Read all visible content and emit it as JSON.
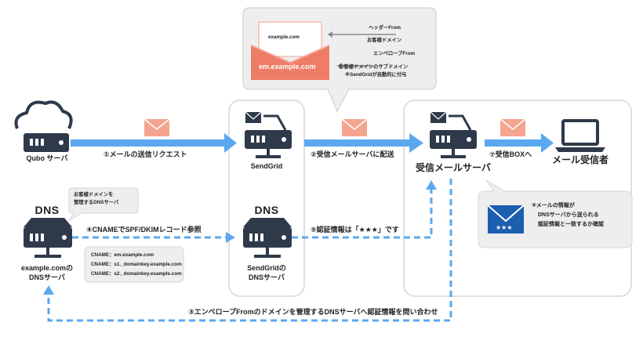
{
  "bubble_top": {
    "inner_domain": "example.com",
    "outer_domain": "em.example.com",
    "header_from_label": "ヘッダーFrom",
    "header_from_desc": "お客様ドメイン",
    "envelope_from_label": "エンベロープFrom",
    "envelope_from_desc": "お客様ドメインのサブドメイン",
    "envelope_from_note": "※SendGridが自動的に付与"
  },
  "nodes": {
    "qubo": "Qubo サーバ",
    "sendgrid": "SendGrid",
    "receiving_server": "受信メールサーバ",
    "mail_client": "メール受信者",
    "dns_label": "DNS",
    "customer_dns_line1": "example.comの",
    "customer_dns_line2": "DNSサーバ",
    "sendgrid_dns_line1": "SendGridの",
    "sendgrid_dns_line2": "DNSサーバ"
  },
  "steps": {
    "step1": "①メールの送信リクエスト",
    "step2": "②受信メールサーバに配送",
    "step3": "③エンベロープFromのドメインを管理するDNSサーバへ認証情報を問い合わせ",
    "step4": "④CNAMEでSPF/DKIMレコード参照",
    "step5": "⑤認証情報は「★★★」です",
    "step6_line1": "⑥メールの情報が",
    "step6_line2": "DNSサーバから送られる",
    "step6_line3": "認証情報と一致するか確認",
    "step7": "⑦受信BOXへ"
  },
  "small_bubble": {
    "line1": "お客様ドメインを",
    "line2": "管理するDNSサーバ"
  },
  "cname_box": {
    "line1": "CNAME：em.example.com",
    "line2": "CNAME：s1._domainkey.example.com",
    "line3": "CNAME：s2._domainkey.example.com"
  },
  "verified_mark": "★★★",
  "colors": {
    "arrow_blue": "#5ba8ef",
    "envelope_pink": "#f4a48f",
    "envelope_dark": "#ee7c66",
    "server_dark": "#2e3a4a",
    "bubble_gray": "#eeeeee",
    "mail_icon_blue": "#1b5fae"
  }
}
